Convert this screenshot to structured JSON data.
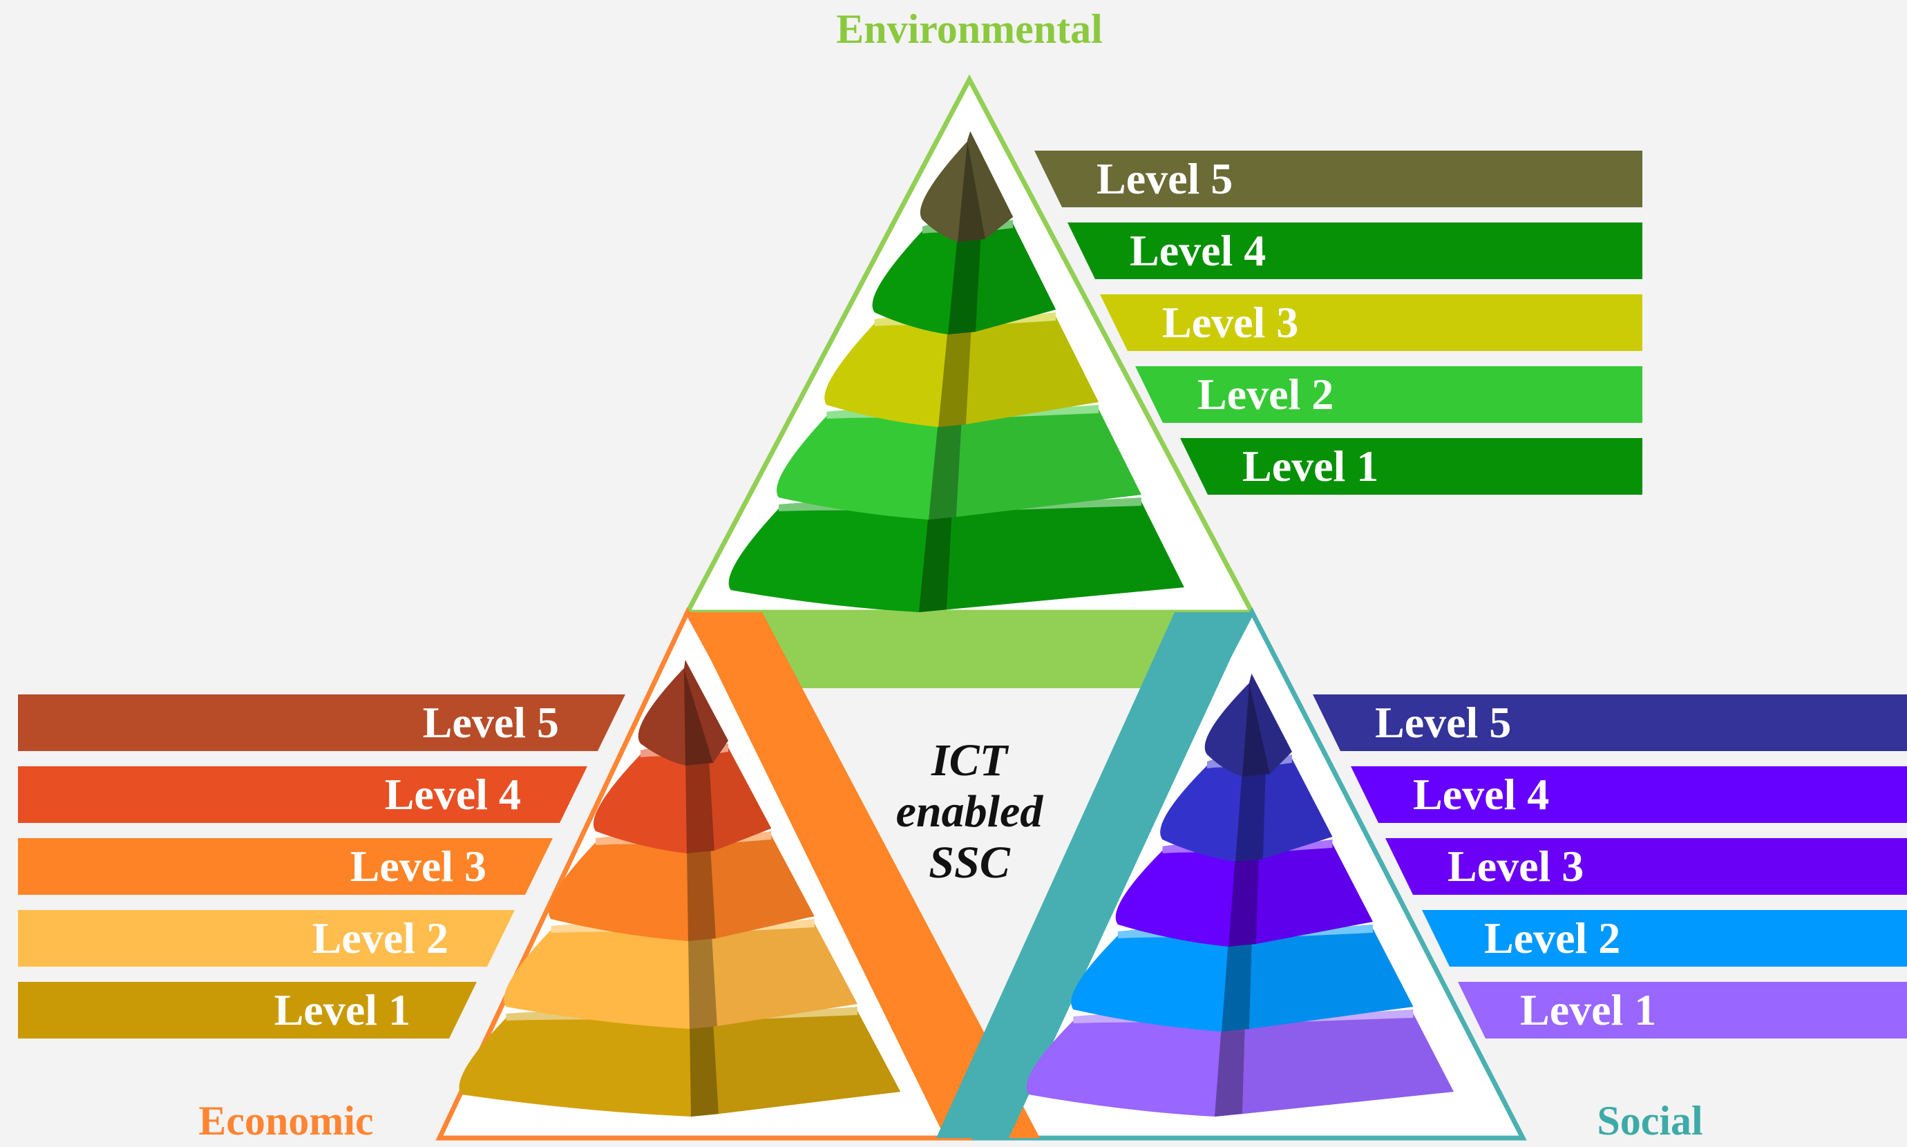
{
  "pillars": {
    "environmental": {
      "label": "Environmental",
      "label_color": "#8ac93e",
      "outline_color": "#92cf55",
      "levels": [
        {
          "label": "Level 5",
          "color": "#6b6b36"
        },
        {
          "label": "Level 4",
          "color": "#079107"
        },
        {
          "label": "Level 3",
          "color": "#cccc06"
        },
        {
          "label": "Level 2",
          "color": "#35c935"
        },
        {
          "label": "Level 1",
          "color": "#079107"
        }
      ],
      "pyramid_colors": [
        "#5f5a32",
        "#07990a",
        "#c9cc05",
        "#36c936",
        "#079c0b"
      ],
      "band_color": "#92cf55"
    },
    "economic": {
      "label": "Economic",
      "label_color": "#ff8533",
      "outline_color": "#ff8533",
      "levels": [
        {
          "label": "Level 5",
          "color": "#b84c28"
        },
        {
          "label": "Level 4",
          "color": "#e84f23"
        },
        {
          "label": "Level 3",
          "color": "#fe8327"
        },
        {
          "label": "Level 2",
          "color": "#ffbd4d"
        },
        {
          "label": "Level 1",
          "color": "#c99a06"
        }
      ],
      "pyramid_colors": [
        "#9a3b24",
        "#e34c22",
        "#fb7f24",
        "#ffb845",
        "#d1a10c"
      ],
      "band_color": "#ff8527"
    },
    "social": {
      "label": "Social",
      "label_color": "#3eaaa8",
      "outline_color": "#4ab0b1",
      "levels": [
        {
          "label": "Level 5",
          "color": "#333399"
        },
        {
          "label": "Level 4",
          "color": "#6600ff"
        },
        {
          "label": "Level 3",
          "color": "#6a00f5"
        },
        {
          "label": "Level 2",
          "color": "#0099ff"
        },
        {
          "label": "Level 1",
          "color": "#9966ff"
        }
      ],
      "pyramid_colors": [
        "#2d2d8f",
        "#3333cc",
        "#6600ff",
        "#0099ff",
        "#9966ff"
      ],
      "band_color": "#47afb1"
    }
  },
  "center": {
    "lines": [
      "ICT",
      "enabled",
      "SSC"
    ]
  }
}
